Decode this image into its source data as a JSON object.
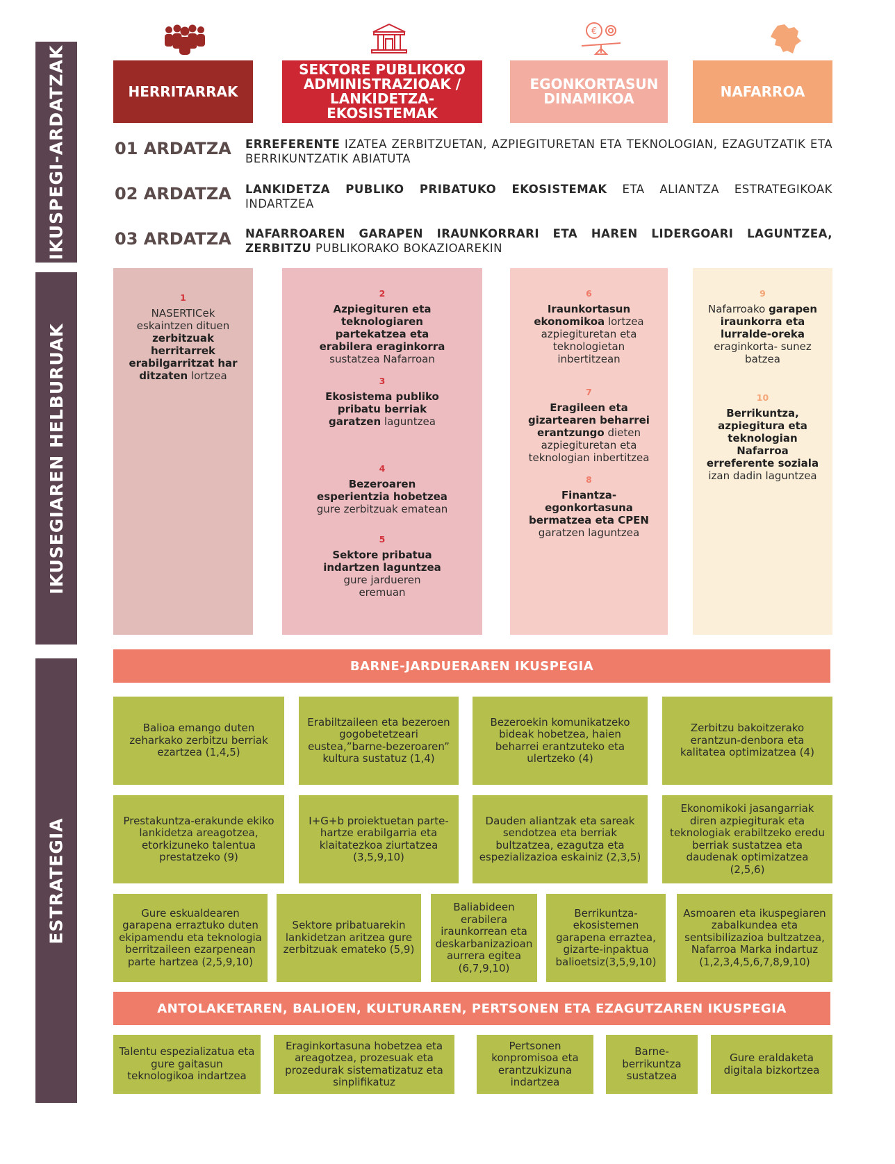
{
  "sidebars": {
    "ardatzak": "IKUSPEGI-ARDATZAK",
    "helburuak": "IKUSEGIAREN HELBURUAK",
    "estrategia": "ESTRATEGIA"
  },
  "colors": {
    "sidebar": "#5c4350",
    "herritarrak": "#9b2a26",
    "sektore": "#cc2732",
    "egonkortasun": "#f4aea1",
    "nafarroa": "#f5a677",
    "green": "#b4c04b",
    "banner": "#ef7b69"
  },
  "icons": [
    "people-icon",
    "building-icon",
    "balance-gears-icon",
    "navarre-map-icon"
  ],
  "headers": [
    "HERRITARRAK",
    "SEKTORE PUBLIKOKO ADMINISTRAZIOAK / LANKIDETZA-EKOSISTEMAK",
    "EGONKORTASUN DINAMIKOA",
    "NAFARROA"
  ],
  "axes": [
    {
      "label": "01 ARDATZA",
      "bold": "ERREFERENTE",
      "rest": " IZATEA ZERBITZUETAN, AZPIEGITURETAN ETA TEKNOLOGIAN, EZAGUTZATIK ETA BERRIKUNTZATIK ABIATUTA"
    },
    {
      "label": "02 ARDATZA",
      "bold": "LANKIDETZA PUBLIKO PRIBATUKO EKOSISTEMAK",
      "rest": " ETA ALIANTZA ESTRATEGIKOAK INDARTZEA"
    },
    {
      "label": "03 ARDATZA",
      "bold": "NAFARROAREN GARAPEN IRAUNKORRARI ETA HAREN LIDERGOARI LAGUNTZEA, ZERBITZU",
      "rest": " PUBLIKORAKO BOKAZIOAREKIN"
    }
  ],
  "objectives": [
    [
      {
        "num": "1",
        "pre": "NASERTICek eskaintzen dituen ",
        "bold": "zerbitzuak herritarrek erabilgarritzat har ditzaten",
        "post": " lortzea"
      }
    ],
    [
      {
        "num": "2",
        "pre": "",
        "bold": "Azpiegituren eta teknologiaren partekatzea eta erabilera eraginkorra",
        "post": " sustatzea Nafarroan"
      },
      {
        "num": "3",
        "pre": "",
        "bold": "Ekosistema publiko pribatu berriak garatzen",
        "post": " laguntzea"
      },
      {
        "num": "4",
        "pre": "",
        "bold": "Bezeroaren esperientzia hobetzea",
        "post": " gure zerbitzuak ematean"
      },
      {
        "num": "5",
        "pre": "",
        "bold": "Sektore pribatua indartzen laguntzea",
        "post": " gure jardueren eremuan"
      }
    ],
    [
      {
        "num": "6",
        "pre": "",
        "bold": "Iraunkortasun ekonomikoa",
        "post": " lortzea azpiegituretan eta teknologietan inbertitzean"
      },
      {
        "num": "7",
        "pre": "",
        "bold": "Eragileen eta gizartearen beharrei erantzungo",
        "post": " dieten azpiegituretan eta teknologian inbertitzea"
      },
      {
        "num": "8",
        "pre": "",
        "bold": "Finantza-egonkortasuna bermatzea eta CPEN",
        "post": " garatzen laguntzea"
      }
    ],
    [
      {
        "num": "9",
        "pre": "Nafarroako ",
        "bold": "garapen iraunkorra eta lurralde-oreka",
        "post": " eraginkorta- sunez batzea"
      },
      {
        "num": "10",
        "pre": "",
        "bold": "Berrikuntza, azpiegitura eta teknologian Nafarroa erreferente soziala",
        "post": " izan dadin laguntzea"
      }
    ]
  ],
  "banners": {
    "internal": "BARNE-JARDUERAREN IKUSPEGIA",
    "organization": "ANTOLAKETAREN, BALIOEN, KULTURAREN, PERTSONEN ETA EZAGUTZAREN IKUSPEGIA"
  },
  "strategy_row1": [
    "Balioa emango duten zeharkako zerbitzu berriak ezartzea (1,4,5)",
    "Erabiltzaileen eta bezeroen gogobetetzeari eustea,”barne-bezeroaren” kultura sustatuz (1,4)",
    "Bezeroekin komunikatzeko bideak hobetzea, haien beharrei erantzuteko eta ulertzeko (4)",
    "Zerbitzu bakoitzerako erantzun-denbora eta kalitatea optimizatzea (4)"
  ],
  "strategy_row2": [
    "Prestakuntza-erakunde ekiko lankidetza areagotzea, etorkizuneko talentua prestatzeko (9)",
    "I+G+b proiektuetan parte-hartze erabilgarria eta klaitatezkoa ziurtatzea (3,5,9,10)",
    "Dauden aliantzak eta sareak sendotzea eta berriak bultzatzea, ezagutza eta espezializazioa eskainiz (2,3,5)",
    "Ekonomikoki jasangarriak diren azpiegiturak eta teknologiak erabiltzeko eredu berriak sustatzea eta daudenak optimizatzea (2,5,6)"
  ],
  "strategy_row3": [
    "Gure eskualdearen garapena erraztuko duten ekipamendu eta teknologia berritzaileen ezarpenean parte hartzea (2,5,9,10)",
    "Sektore pribatuarekin lankidetzan aritzea gure zerbitzuak emateko (5,9)",
    "Baliabideen erabilera iraunkorrean eta deskarbanizazioan aurrera egitea (6,7,9,10)",
    "Berrikuntza-ekosistemen garapena erraztea, gizarte-inpaktua balioetsiz(3,5,9,10)",
    "Asmoaren eta ikuspegiaren zabalkundea eta sentsibilizazioa bultzatzea, Nafarroa Marka indartuz (1,2,3,4,5,6,7,8,9,10)"
  ],
  "strategy_row4": [
    "Talentu espezializatua eta gure gaitasun teknologikoa indartzea",
    "Eraginkortasuna hobetzea eta areagotzea, prozesuak eta prozedurak sistematizatuz eta sinplifikatuz",
    "Pertsonen konpromisoa eta erantzukizuna indartzea",
    "Barne-berrikuntza sustatzea",
    "Gure eraldaketa digitala bizkortzea"
  ]
}
